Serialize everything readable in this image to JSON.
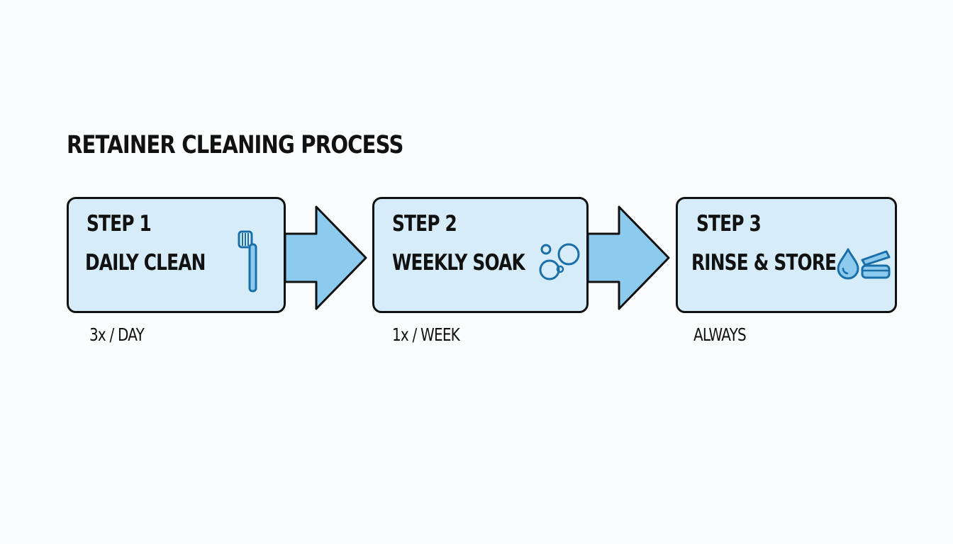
{
  "diagram": {
    "title": "RETAINER CLEANING PROCESS",
    "steps": [
      {
        "number": "STEP 1",
        "name": "DAILY CLEAN",
        "frequency": "3x / DAY",
        "icon": "toothbrush-icon"
      },
      {
        "number": "STEP 2",
        "name": "WEEKLY SOAK",
        "frequency": "1x / WEEK",
        "icon": "bubbles-icon"
      },
      {
        "number": "STEP 3",
        "name": "RINSE & STORE",
        "frequency": "ALWAYS",
        "icon": "water-drop-and-case-icon"
      }
    ]
  },
  "colors": {
    "box_fill": "#d6ecf8",
    "arrow_fill": "#8ccbed",
    "icon_stroke": "#1b6fa8",
    "outline": "#111111"
  }
}
